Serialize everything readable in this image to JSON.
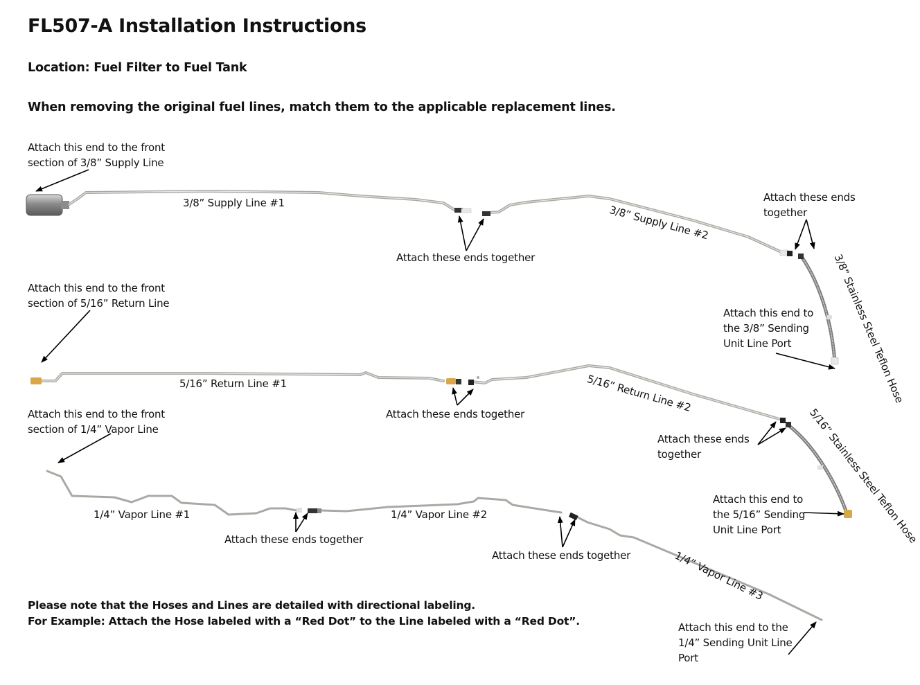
{
  "title": "FL507-A Installation Instructions",
  "location": "Location: Fuel Filter to Fuel Tank",
  "instruction": "When removing the original fuel lines, match them to the applicable replacement lines.",
  "annotations": {
    "supply_front": "Attach this end to the front\nsection of 3/8” Supply Line",
    "supply_line_1": "3/8” Supply Line  #1",
    "supply_join_1": "Attach these ends together",
    "supply_line_2": "3/8” Supply Line  #2",
    "supply_join_2": "Attach these ends\ntogether",
    "supply_hose": "3/8” Stainless\nSteel Teflon Hose",
    "supply_port": "Attach this end to\nthe 3/8” Sending\nUnit Line Port",
    "return_front": "Attach this end to the front\nsection of 5/16” Return Line",
    "return_line_1": "5/16” Return Line #1",
    "return_join_1": "Attach these ends together",
    "return_line_2": "5/16” Return Line #2",
    "return_join_2": "Attach these ends\ntogether",
    "return_hose": "5/16” Stainless\nSteel Teflon Hose",
    "return_port": "Attach this end to\nthe 5/16” Sending\nUnit Line Port",
    "vapor_front": "Attach this end to the front\nsection of 1/4” Vapor Line",
    "vapor_line_1": "1/4” Vapor Line #1",
    "vapor_join_1": "Attach these ends together",
    "vapor_line_2": "1/4” Vapor Line #2",
    "vapor_join_2": "Attach these ends together",
    "vapor_line_3": "1/4” Vapor Line #3",
    "vapor_port": "Attach this end to the\n1/4” Sending Unit Line\nPort"
  },
  "notes": {
    "line1": "Please note that the Hoses and Lines are detailed with directional labeling.",
    "line2": "For Example: Attach the Hose labeled with a “Red Dot” to the Line labeled with a “Red Dot”."
  },
  "colors": {
    "tube": "#a9a9a4",
    "tube_highlight": "#e6e6e2",
    "hose": "#7d7d7d",
    "fitting_brass": "#d9a74a",
    "filter": "#9a9a9a"
  }
}
